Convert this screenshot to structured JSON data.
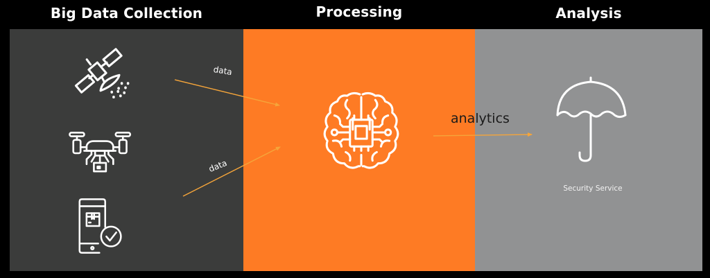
{
  "stages": [
    {
      "id": "collection",
      "title": "Big Data Collection",
      "color": "#3b3c3b",
      "icons": [
        "satellite-icon",
        "drone-icon",
        "mobile-delivery-check-icon"
      ]
    },
    {
      "id": "processing",
      "title": "Processing",
      "color": "#fe7b24",
      "icons": [
        "brain-chip-icon"
      ]
    },
    {
      "id": "analysis",
      "title": "Analysis",
      "color": "#919293",
      "icons": [
        "umbrella-icon"
      ],
      "caption": "Security Service"
    }
  ],
  "flows": [
    {
      "from": "satellite",
      "to": "processing",
      "label": "data"
    },
    {
      "from": "mobile",
      "to": "processing",
      "label": "data"
    },
    {
      "from": "processing",
      "to": "analysis",
      "label": "analytics"
    }
  ],
  "colors": {
    "background": "#000000",
    "arrow": "#f5a53a",
    "icon_stroke": "#ffffff"
  }
}
